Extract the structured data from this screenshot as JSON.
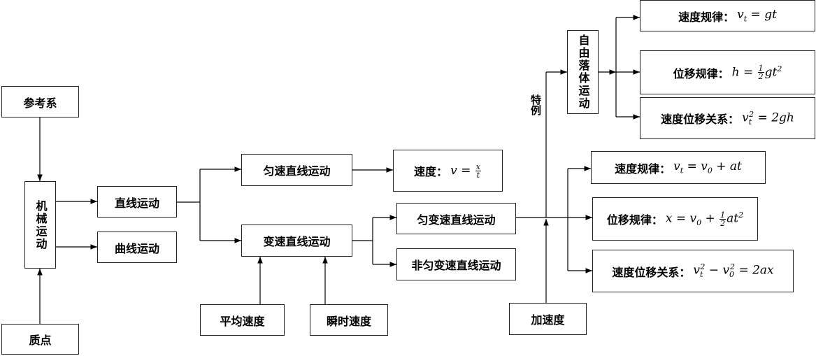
{
  "nodes": {
    "reference_frame": "参考系",
    "mechanical_motion": "机械运动",
    "particle": "质点",
    "linear_motion": "直线运动",
    "curved_motion": "曲线运动",
    "uniform_linear": "匀速直线运动",
    "variable_speed_linear": "变速直线运动",
    "velocity_label": "速度：",
    "average_speed": "平均速度",
    "instantaneous_speed": "瞬时速度",
    "uniformly_variable_linear": "匀变速直线运动",
    "non_uniformly_variable_linear": "非匀变速直线运动",
    "acceleration": "加速度",
    "free_fall": "自由落体运动",
    "special_case": "特例",
    "ff_velocity_law_label": "速度规律：",
    "ff_displacement_law_label": "位移规律：",
    "ff_vel_disp_relation_label": "速度位移关系：",
    "ua_velocity_law_label": "速度规律：",
    "ua_displacement_law_label": "位移规律：",
    "ua_vel_disp_relation_label": "速度位移关系："
  },
  "formulas": {
    "velocity": "v = x/t",
    "ff_velocity_law": "v_t = gt",
    "ff_displacement_law": "h = (1/2)gt^2",
    "ff_vel_disp_relation": "v_t^2 = 2gh",
    "ua_velocity_law": "v_t = v_0 + at",
    "ua_displacement_law": "x = v_0 + (1/2)at^2",
    "ua_vel_disp_relation": "v_t^2 − v_0^2 = 2ax"
  }
}
